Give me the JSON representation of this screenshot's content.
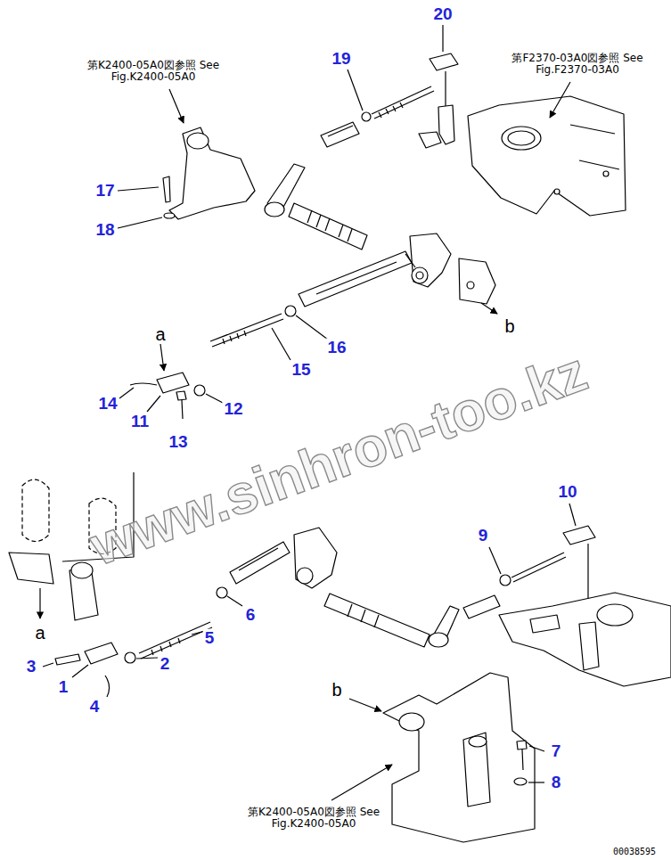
{
  "diagram": {
    "labels": [
      "20",
      "19",
      "第K2400-05A0図参照 See Fig.K2400-05A0",
      "第F2370-03A0図参照 See Fig.F2370-03A0",
      "17",
      "18",
      "16",
      "a",
      "b",
      "15",
      "14",
      "12",
      "11",
      "13",
      "www.sinhron-too.kz",
      "10",
      "9",
      "6",
      "a",
      "5",
      "2",
      "3",
      "1",
      "b",
      "4",
      "7",
      "8",
      "第K2400-05A0図参照 See Fig.K2400-05A0",
      "00038595"
    ]
  }
}
